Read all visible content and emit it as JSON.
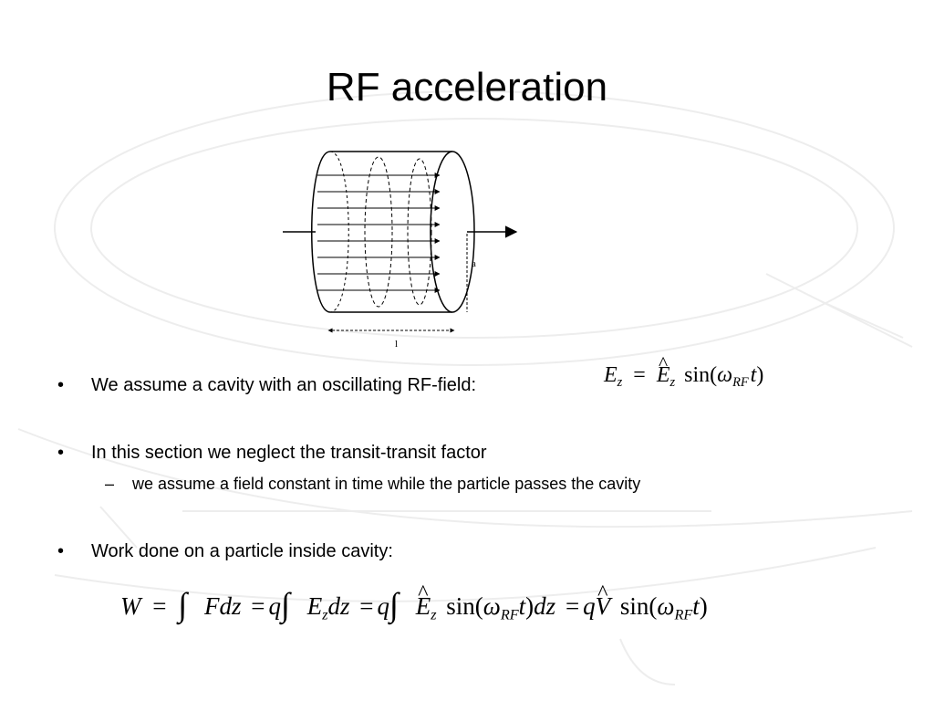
{
  "slide": {
    "title": "RF acceleration",
    "figure": {
      "radius_label": "a",
      "length_label": "l"
    },
    "bullets": [
      {
        "text": "We assume a cavity with an oscillating RF-field:",
        "marker": "•"
      },
      {
        "text": "In this section we neglect the transit-transit factor",
        "marker": "•",
        "sub": {
          "text": "we assume a field constant in time while the particle passes the cavity",
          "marker": "–"
        }
      },
      {
        "text": "Work done on a particle inside cavity:",
        "marker": "•"
      }
    ],
    "equations": {
      "field": {
        "lhs": "E",
        "lhs_sub": "z",
        "eq": "=",
        "amp": "E",
        "amp_sub": "z",
        "fn": "sin(",
        "omega": "ω",
        "omega_sub": "RF",
        "var": "t",
        "close": ")"
      },
      "work": {
        "W": "W",
        "eq1": "=",
        "int": "∫",
        "Fdz": "Fdz",
        "eq2": "=",
        "q1": "q",
        "E1": "E",
        "E1_sub": "z",
        "dz1": "dz",
        "eq3": "=",
        "q2": "q",
        "E2": "E",
        "E2_sub": "z",
        "sin1": "sin(",
        "w1": "ω",
        "w1_sub": "RF",
        "t1": "t",
        "close1": ")",
        "dz2": "dz",
        "eq4": "=",
        "q3": "q",
        "V": "V",
        "sin2": "sin(",
        "w2": "ω",
        "w2_sub": "RF",
        "t2": "t",
        "close2": ")"
      }
    }
  }
}
